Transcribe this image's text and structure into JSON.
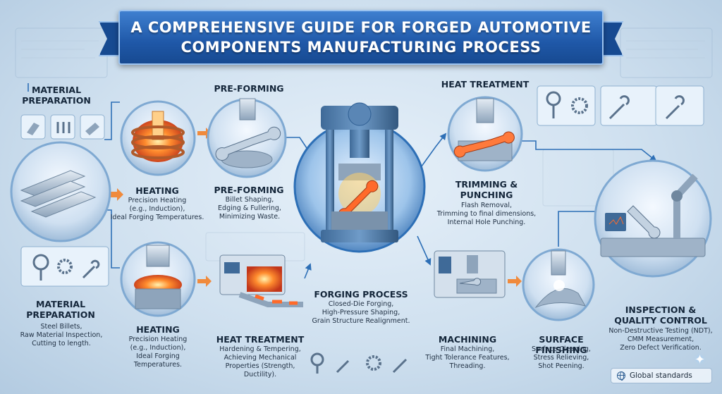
{
  "title": {
    "line1": "A COMPREHENSIVE GUIDE FOR FORGED AUTOMOTIVE",
    "line2": "COMPONENTS MANUFACTURING PROCESS"
  },
  "top_row": {
    "material_preparation": {
      "label_line1": "MATERIAL",
      "label_line2": "PREPARATION"
    },
    "heating": {
      "label": "HEATING",
      "desc_line1": "Precision Heating",
      "desc_line2": "(e.g., Induction),",
      "desc_line3": "Ideal Forging Temperatures."
    },
    "pre_forming_header": {
      "label": "PRE-FORMING"
    },
    "pre_forming": {
      "label": "PRE-FORMING",
      "desc_line1": "Billet Shaping,",
      "desc_line2": "Edging & Fullering,",
      "desc_line3": "Minimizing Waste."
    },
    "heat_treatment_header": {
      "label": "HEAT TREATMENT"
    },
    "trimming": {
      "label_line1": "TRIMMING &",
      "label_line2": "PUNCHING",
      "desc_line1": "Flash Removal,",
      "desc_line2": "Trimming to final dimensions,",
      "desc_line3": "Internal Hole Punching."
    }
  },
  "center": {
    "forging": {
      "label": "FORGING PROCESS",
      "desc_line1": "Closed-Die Forging,",
      "desc_line2": "High-Pressure Shaping,",
      "desc_line3": "Grain Structure Realignment."
    }
  },
  "bottom_row": {
    "material_preparation": {
      "label_line1": "MATERIAL",
      "label_line2": "PREPARATION",
      "desc_line1": "Steel Billets,",
      "desc_line2": "Raw Material Inspection,",
      "desc_line3": "Cutting to length."
    },
    "heating": {
      "label": "HEATING",
      "desc_line1": "Precision Heating",
      "desc_line2": "(e.g., Induction),",
      "desc_line3": "Ideal Forging",
      "desc_line4": "Temperatures."
    },
    "heat_treatment": {
      "label": "HEAT TREATMENT",
      "desc_line1": "Hardening & Tempering,",
      "desc_line2": "Achieving Mechanical",
      "desc_line3": "Properties (Strength,",
      "desc_line4": "Ductility)."
    },
    "machining": {
      "label": "MACHINING",
      "desc_line1": "Final Machining,",
      "desc_line2": "Tight Tolerance Features,",
      "desc_line3": "Threading."
    },
    "surface_finishing": {
      "label": "SURFACE FINISHING",
      "desc_line1": "Surface Cleaning,",
      "desc_line2": "Stress Relieving,",
      "desc_line3": "Shot Peening."
    },
    "inspection": {
      "label_line1": "INSPECTION &",
      "label_line2": "QUALITY CONTROL",
      "desc_line1": "Non-Destructive Testing (NDT),",
      "desc_line2": "CMM Measurement,",
      "desc_line3": "Zero Defect Verification."
    }
  },
  "footer": {
    "label": "Global standards"
  },
  "colors": {
    "banner": "#1f58a8",
    "flow_line": "#2d6fb6",
    "arrow_orange": "#f08a3c",
    "hot_metal": "#ff6a2a",
    "steel": "#9fb3c8"
  }
}
